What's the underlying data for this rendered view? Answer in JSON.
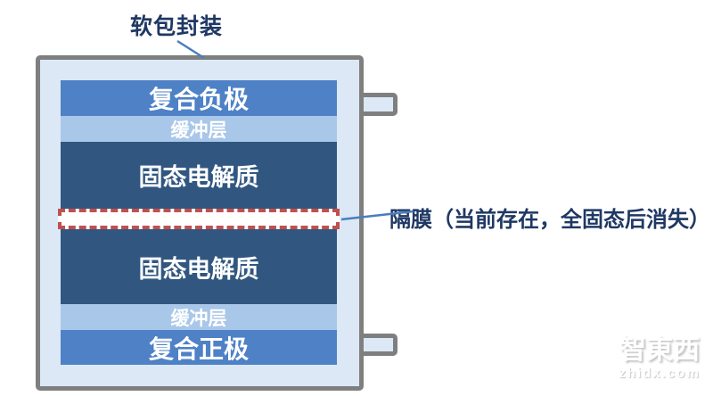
{
  "diagram": {
    "title": "软包封装",
    "separator_callout": "隔膜（当前存在，全固态后消失）",
    "layers": [
      {
        "id": "composite-anode",
        "label": "复合负极",
        "color": "#4e81c6"
      },
      {
        "id": "buffer-top",
        "label": "缓冲层",
        "color": "#a9c7e8"
      },
      {
        "id": "solid-electrolyte-top",
        "label": "固态电解质",
        "color": "#315781"
      },
      {
        "id": "separator-membrane",
        "label": "",
        "color": "#c0504d"
      },
      {
        "id": "solid-electrolyte-bottom",
        "label": "固态电解质",
        "color": "#315781"
      },
      {
        "id": "buffer-bottom",
        "label": "缓冲层",
        "color": "#a9c7e8"
      },
      {
        "id": "composite-cathode",
        "label": "复合正极",
        "color": "#4e81c6"
      }
    ],
    "colors": {
      "pouch_fill": "#dce8f5",
      "pouch_border": "#7f7f7f",
      "electrode_blue": "#4e81c6",
      "buffer_blue": "#a9c7e8",
      "electrolyte_navy": "#315781",
      "separator_red": "#c0504d",
      "callout_text": "#1f3864",
      "connector_line": "#4a7ebb"
    }
  },
  "watermark": {
    "logo": "智東西",
    "domain": "zhidx.com"
  }
}
